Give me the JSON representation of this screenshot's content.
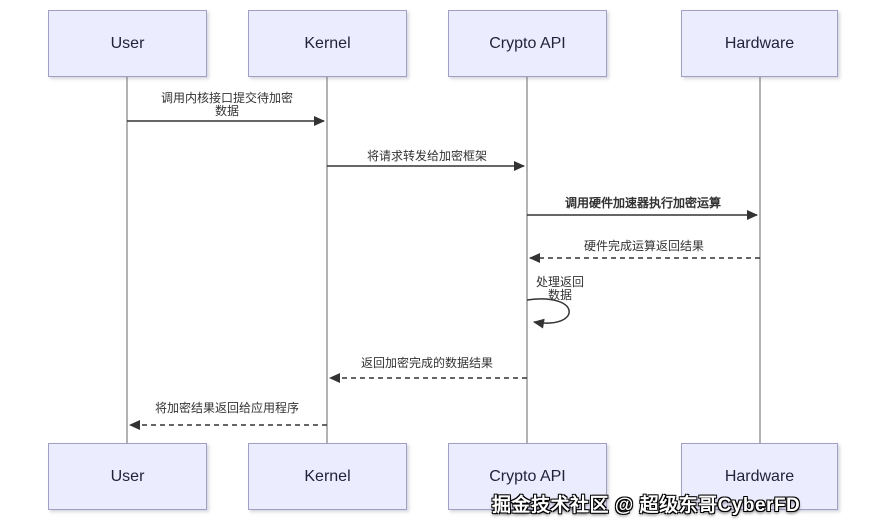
{
  "colors": {
    "background": "#ffffff",
    "actor_fill": "#ececff",
    "actor_border": "#9fa0c3",
    "lifeline": "#999999",
    "arrow": "#333333",
    "label_text": "#333333",
    "watermark_text": "#ffffff"
  },
  "participants": [
    {
      "name": "User"
    },
    {
      "name": "Kernel"
    },
    {
      "name": "Crypto API"
    },
    {
      "name": "Hardware"
    }
  ],
  "messages": [
    {
      "from": "User",
      "to": "Kernel",
      "lines": [
        "调用内核接口提交待加密",
        "数据"
      ]
    },
    {
      "from": "Kernel",
      "to": "Crypto API",
      "lines": [
        "将请求转发给加密框架"
      ]
    },
    {
      "from": "Crypto API",
      "to": "Hardware",
      "lines": [
        "调用硬件加速器执行加密运算"
      ]
    },
    {
      "from": "Hardware",
      "to": "Crypto API",
      "lines": [
        "硬件完成运算返回结果"
      ]
    },
    {
      "from": "Crypto API",
      "to": "Crypto API",
      "lines": [
        "处理返回",
        "数据"
      ]
    },
    {
      "from": "Crypto API",
      "to": "Kernel",
      "lines": [
        "返回加密完成的数据结果"
      ]
    },
    {
      "from": "Kernel",
      "to": "User",
      "lines": [
        "将加密结果返回给应用程序"
      ]
    }
  ],
  "watermark": "掘金技术社区 @ 超级东哥CyberFD"
}
